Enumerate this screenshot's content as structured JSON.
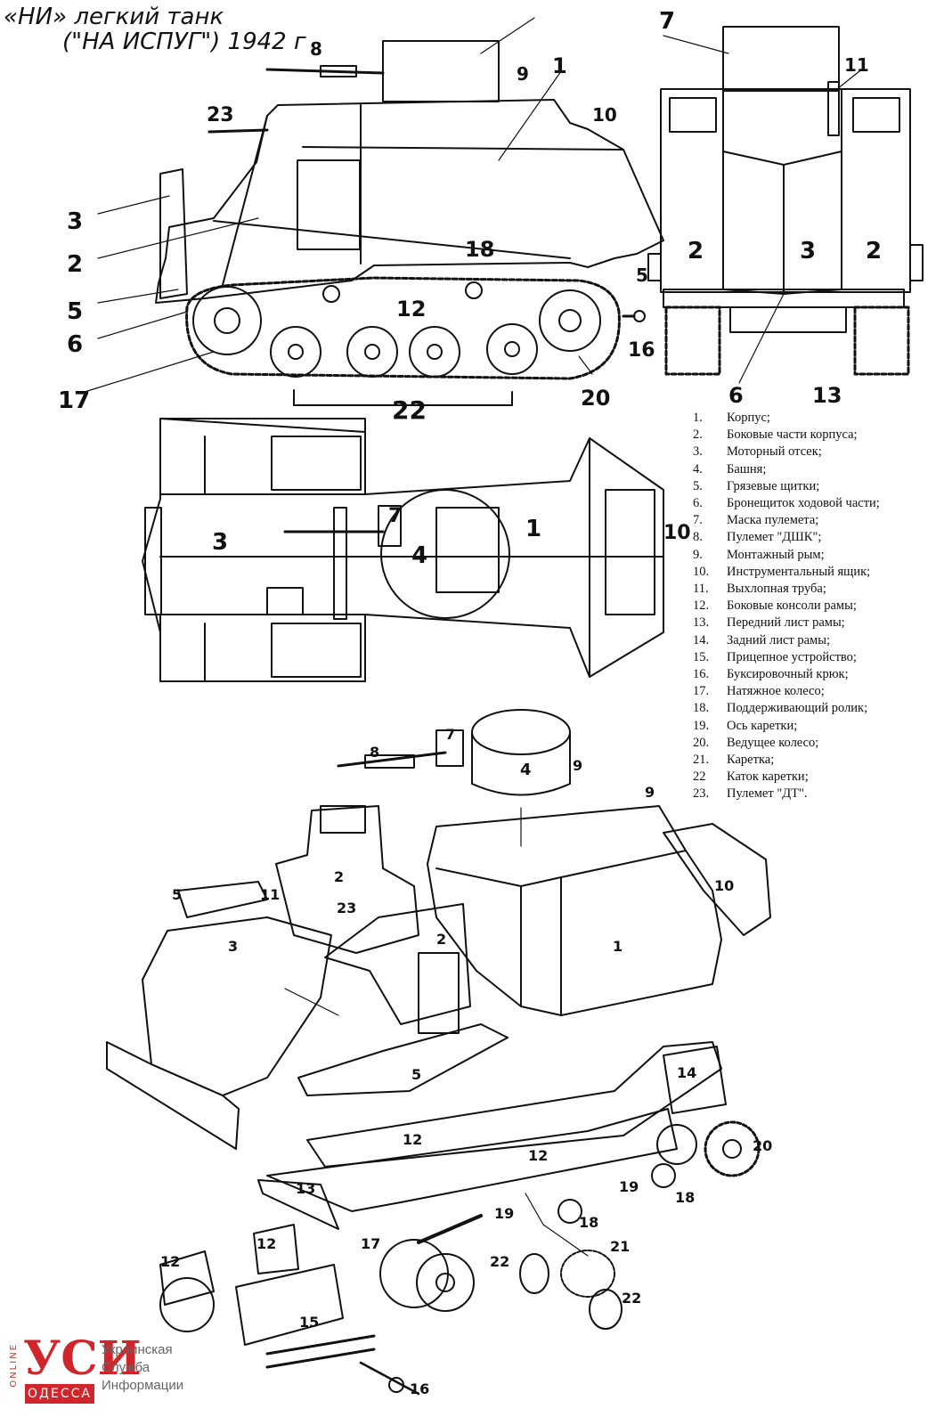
{
  "title": {
    "line1": "«НИ» легкий танк",
    "line2": "(\"НА ИСПУГ\") 1942 г"
  },
  "legend": [
    {
      "num": "1.",
      "text": "Корпус;"
    },
    {
      "num": "2.",
      "text": "Боковые части корпуса;"
    },
    {
      "num": "3.",
      "text": "Моторный отсек;"
    },
    {
      "num": "4.",
      "text": "Башня;"
    },
    {
      "num": "5.",
      "text": "Грязевые щитки;"
    },
    {
      "num": "6.",
      "text": "Бронещиток ходовой части;"
    },
    {
      "num": "7.",
      "text": "Маска пулемета;"
    },
    {
      "num": "8.",
      "text": "Пулемет \"ДШК\";"
    },
    {
      "num": "9.",
      "text": "Монтажный рым;"
    },
    {
      "num": "10.",
      "text": "Инструментальный ящик;"
    },
    {
      "num": "11.",
      "text": "Выхлопная труба;"
    },
    {
      "num": "12.",
      "text": "Боковые консоли рамы;"
    },
    {
      "num": "13.",
      "text": "Передний лист рамы;"
    },
    {
      "num": "14.",
      "text": "Задний лист рамы;"
    },
    {
      "num": "15.",
      "text": "Прицепное устройство;"
    },
    {
      "num": "16.",
      "text": "Буксировочный крюк;"
    },
    {
      "num": "17.",
      "text": "Натяжное колесо;"
    },
    {
      "num": "18.",
      "text": "Поддерживающий ролик;"
    },
    {
      "num": "19.",
      "text": "Ось каретки;"
    },
    {
      "num": "20.",
      "text": "Ведущее колесо;"
    },
    {
      "num": "21.",
      "text": "Каретка;"
    },
    {
      "num": "22",
      "text": "Каток каретки;"
    },
    {
      "num": "23.",
      "text": "Пулемет \"ДТ\"."
    }
  ],
  "callouts": {
    "side_view": [
      "8",
      "9",
      "1",
      "10",
      "23",
      "3",
      "2",
      "5",
      "6",
      "17",
      "18",
      "12",
      "22",
      "20",
      "16"
    ],
    "rear_view": [
      "7",
      "11",
      "2",
      "3",
      "2",
      "5",
      "6",
      "13"
    ],
    "top_view": [
      "3",
      "7",
      "4",
      "1",
      "10"
    ],
    "exploded_view": [
      "8",
      "7",
      "4",
      "9",
      "9",
      "2",
      "5",
      "11",
      "23",
      "2",
      "3",
      "1",
      "10",
      "5",
      "14",
      "12",
      "20",
      "12",
      "13",
      "19",
      "18",
      "19",
      "18",
      "17",
      "21",
      "22",
      "22",
      "12",
      "12",
      "15",
      "16"
    ]
  },
  "watermark": {
    "online": "ONLINE",
    "usi": "УСИ",
    "city": "ОДЕССА",
    "line1": "Украинская",
    "line2": "Служба",
    "line3": "Информации"
  }
}
